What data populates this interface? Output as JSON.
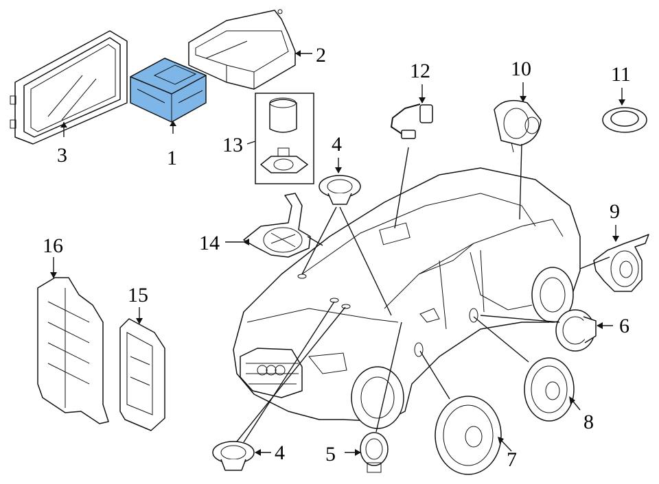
{
  "callouts": [
    {
      "id": "1",
      "label": "1"
    },
    {
      "id": "2",
      "label": "2"
    },
    {
      "id": "3",
      "label": "3"
    },
    {
      "id": "4a",
      "label": "4"
    },
    {
      "id": "4b",
      "label": "4"
    },
    {
      "id": "5",
      "label": "5"
    },
    {
      "id": "6",
      "label": "6"
    },
    {
      "id": "7",
      "label": "7"
    },
    {
      "id": "8",
      "label": "8"
    },
    {
      "id": "9",
      "label": "9"
    },
    {
      "id": "10",
      "label": "10"
    },
    {
      "id": "11",
      "label": "11"
    },
    {
      "id": "12",
      "label": "12"
    },
    {
      "id": "13",
      "label": "13"
    },
    {
      "id": "14",
      "label": "14"
    },
    {
      "id": "15",
      "label": "15"
    },
    {
      "id": "16",
      "label": "16"
    }
  ],
  "highlight_color": "#7fb6e8",
  "line_color": "#111111"
}
